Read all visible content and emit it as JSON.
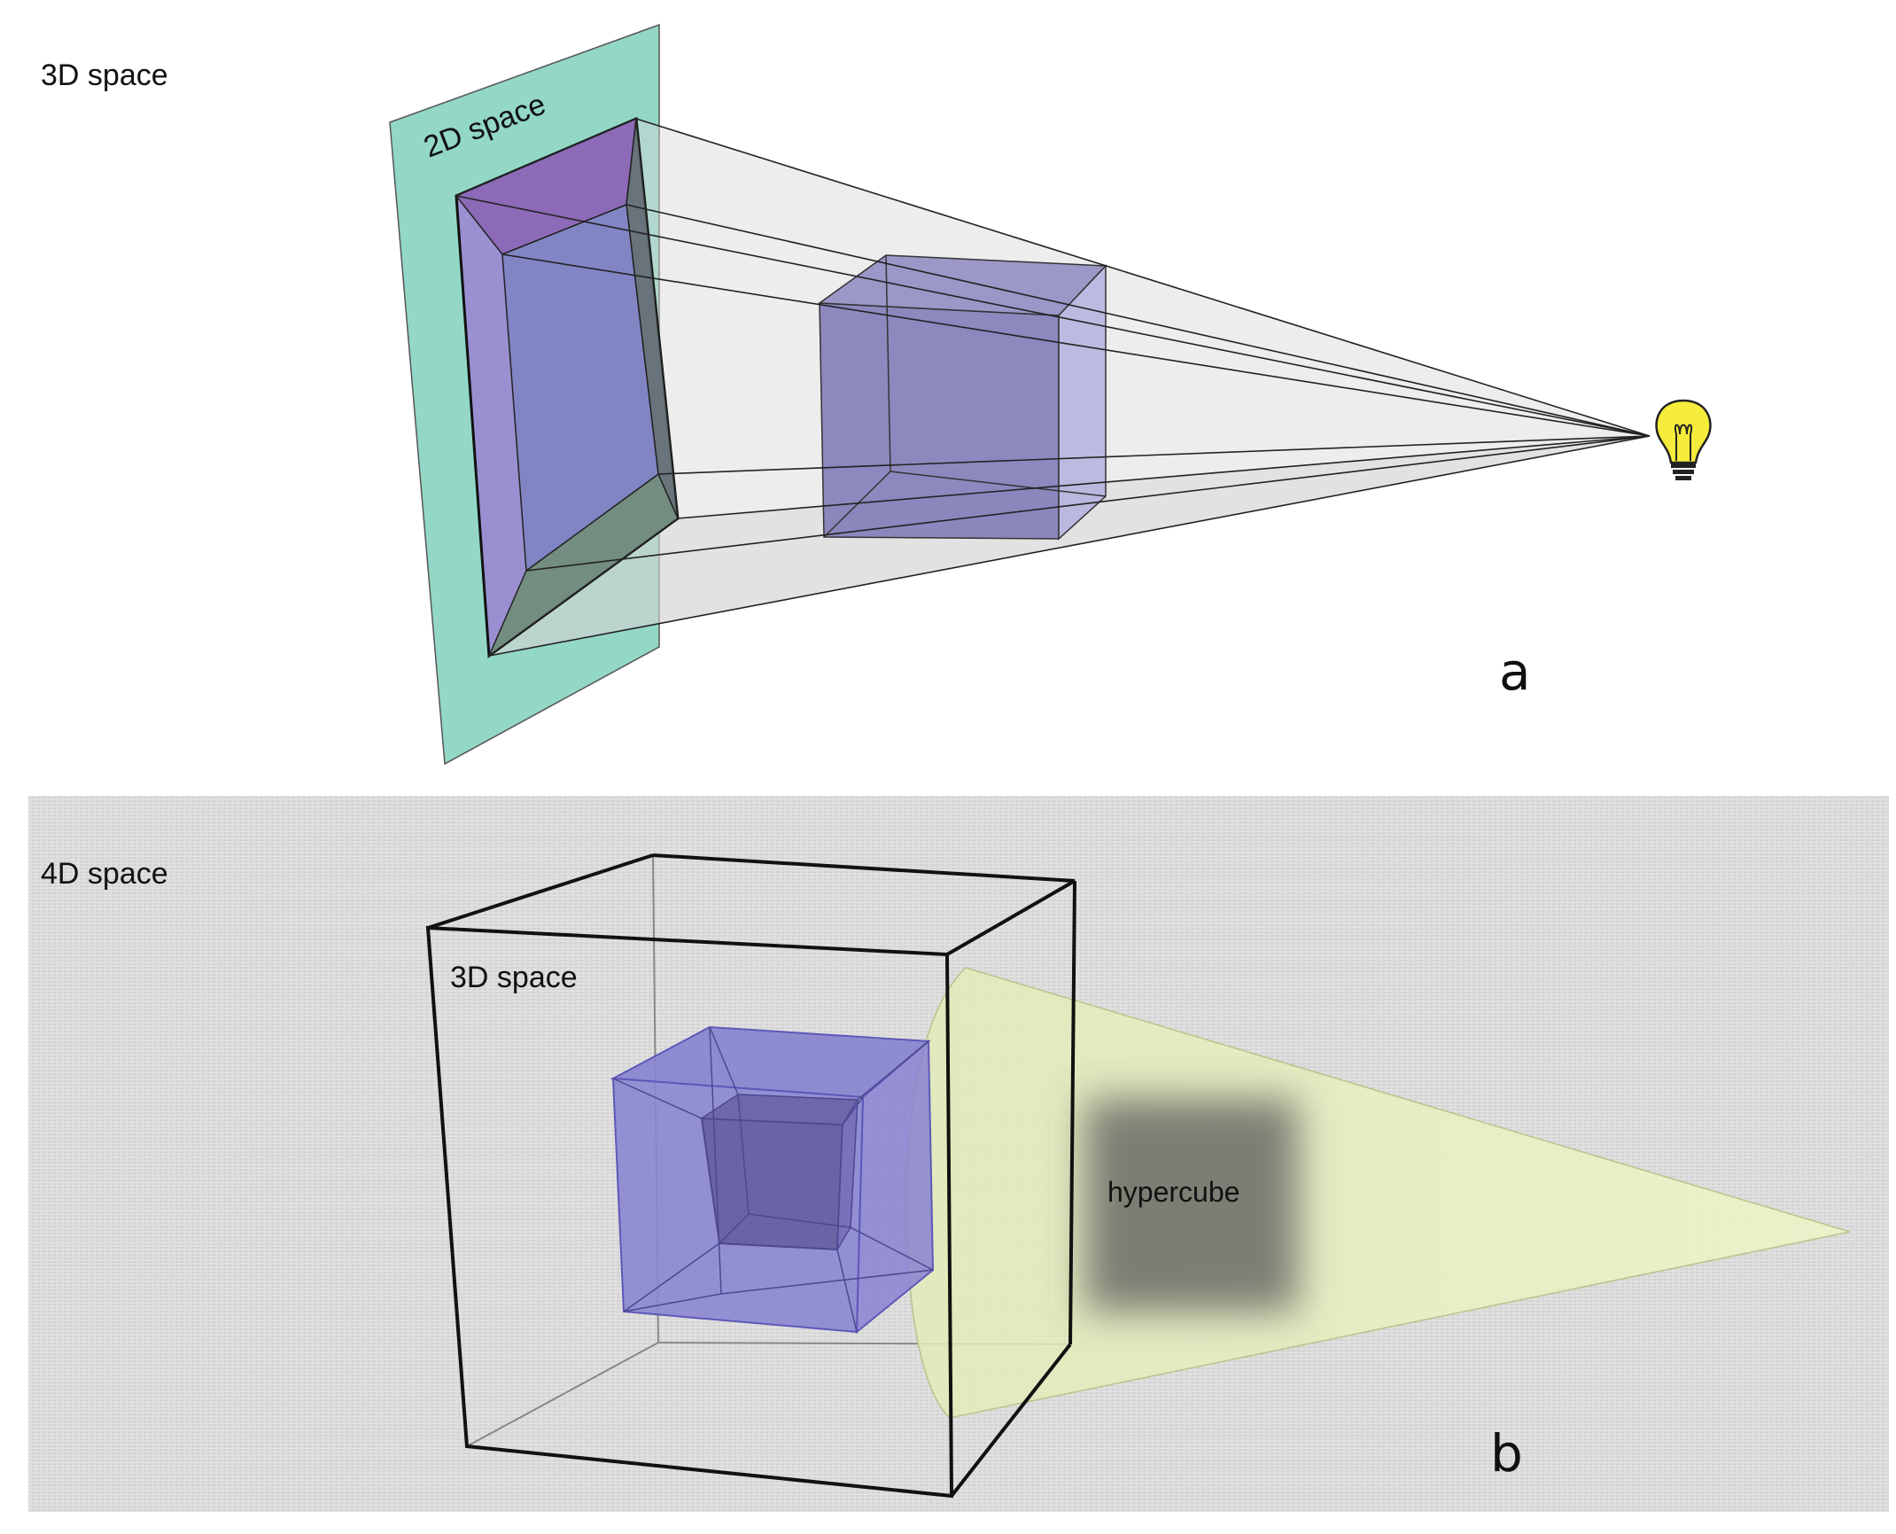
{
  "panel_a": {
    "space_label": "3D space",
    "plane_label": "2D space",
    "panel_letter": "a",
    "light_icon": "light-bulb-icon"
  },
  "panel_b": {
    "space_label": "4D space",
    "inner_space_label": "3D space",
    "shadow_label": "hypercube",
    "panel_letter": "b"
  },
  "colors": {
    "plane": "#93d7c6",
    "cube": "#7d79c7",
    "frame": "#5e58b8",
    "beam_b": "#e6efbf",
    "bulb": "#f6ec3c",
    "texture_bg": "#dcdcdc"
  }
}
